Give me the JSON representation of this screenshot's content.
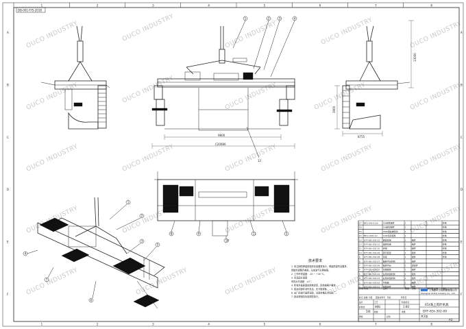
{
  "drawing": {
    "frame_code": "DB-001-YYS-2018",
    "zone_numbers_top": [
      "1",
      "2",
      "3",
      "4",
      "5",
      "6",
      "7",
      "8"
    ],
    "zone_letters_side": [
      "A",
      "B",
      "C",
      "D",
      "E",
      "F"
    ],
    "watermark": "OUCO INDUSTRY",
    "front_view": {
      "dimensions": [
        "9800",
        "C20080"
      ],
      "balloons": [
        "1",
        "2",
        "3",
        "4"
      ],
      "bottom_balloon": "12"
    },
    "left_view": {
      "dimensions": [
        "13000"
      ]
    },
    "right_view": {
      "dimensions": [
        "3900",
        "8755"
      ]
    },
    "plan_view": {
      "balloons": [
        "8",
        "9",
        "10",
        "11",
        "5"
      ]
    },
    "iso_view": {
      "balloons": [
        "1",
        "2",
        "3",
        "5",
        "4",
        "7",
        "6"
      ]
    },
    "tech_requirements": {
      "title": "技术要求",
      "lines": [
        "1. 未注明的焊缝按相关标准要求执行，焊接质量符合要求，",
        "   焊缝外观整齐美观，无夹渣气孔等缺陷。",
        "2. 工作环境温度：-20 ~ +40 ℃。",
        "3. 吊具起升速度：",
        "   吊具水平误差：≤1°。",
        "4. 所有外露表面应除锈涂漆，颜色按客户要求。",
        "5. 各运动部件动作灵活，无卡阻现象。",
        "6. 出厂前进行载荷试验，试验合格后方可出厂。",
        "7. 其余按相关标准规范执行。"
      ]
    },
    "bom": {
      "headers": [
        "序号",
        "代号",
        "名称",
        "数量",
        "材料",
        "单件重 总计",
        "备注"
      ],
      "rows": [
        [
          "17",
          "BD1-50t-0.5m",
          "50t吊耳组件",
          "1",
          "",
          "",
          "外购"
        ],
        [
          "16",
          "",
          "50t卸扣组件",
          "1",
          "",
          "",
          "外购"
        ],
        [
          "15",
          "",
          "350t钢丝绳索具",
          "1",
          "",
          "",
          "外购"
        ],
        [
          "14",
          "BD1-100t-1m",
          "100t吊具组件",
          "1",
          "",
          "",
          "外购"
        ],
        [
          "13",
          "DYF-65t-302-12",
          "液压系统",
          "1",
          "组件",
          "",
          "外购"
        ],
        [
          "12",
          "DYF-65t-302-11",
          "电控系统",
          "1",
          "组件",
          "",
          "外购"
        ],
        [
          "11",
          "DYF-65t-302-10",
          "夹钳",
          "2",
          "组件",
          "",
          "外购"
        ],
        [
          "10",
          "DYF-65t-302-09",
          "调平装置",
          "1",
          "组件",
          "",
          "外购"
        ],
        [
          "9",
          "DYF-65t-302-08",
          "吊架",
          "1",
          "组件",
          "",
          "外购"
        ],
        [
          "8",
          "DYF-65t-302-07",
          "旋转平台机构",
          "1",
          "组件",
          "",
          ""
        ],
        [
          "7",
          "DYF-65t-302-06",
          "检修平台",
          "1",
          "焊接件",
          "",
          ""
        ],
        [
          "6",
          "DYF-65t-302-05",
          "主梁结构",
          "1",
          "组件",
          "",
          ""
        ],
        [
          "5",
          "DYF-65t-302-04",
          "左侧夹钳机构",
          "1",
          "组件",
          "",
          ""
        ],
        [
          "4",
          "DYF-65t-302-03",
          "右侧夹钳机构",
          "1",
          "组件",
          "",
          ""
        ],
        [
          "3",
          "DYF-65t-302-02",
          "平衡梁",
          "1",
          "组件",
          "",
          ""
        ],
        [
          "2",
          "DYF-65t-302-01",
          "吊耳组件",
          "1",
          "组件",
          "",
          ""
        ]
      ]
    },
    "title_block": {
      "company": "上海欧柯工程机械有限公司",
      "company_en": "Shanghai OUCO Industry Co., Ltd.",
      "title": "65t海上风叶吊具",
      "drawing_no": "DYF-65t-302-00",
      "scale": "1:80",
      "sheet": "共1张",
      "format": "A3",
      "labels": [
        "标记",
        "处数",
        "分区",
        "更改文件号",
        "签名",
        "年月日",
        "设计",
        "标准化",
        "审核",
        "工艺",
        "批准",
        "阶段标记",
        "重量",
        "比例"
      ],
      "material_note": "材料",
      "weight": "50t"
    },
    "colors": {
      "line": "#222222",
      "watermark": "#c8c8c8",
      "logo": "#3a7bd5"
    }
  }
}
